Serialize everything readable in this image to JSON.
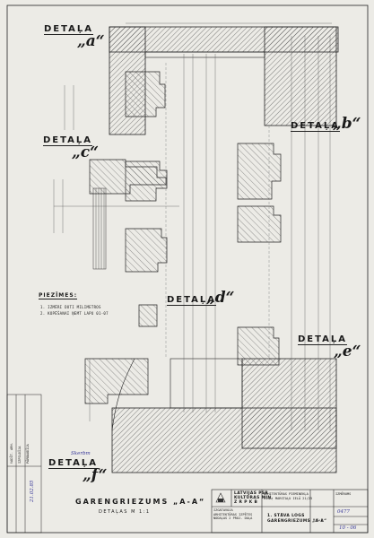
{
  "details": {
    "a": {
      "word": "DETAĻA",
      "letter": "„a“"
    },
    "b": {
      "word": "DETAĻA",
      "letter": "„b“"
    },
    "c": {
      "word": "DETAĻA",
      "letter": "„c“"
    },
    "d": {
      "word": "DETAĻA",
      "letter": "„d“"
    },
    "e": {
      "word": "DETAĻA",
      "letter": "„e“"
    },
    "f": {
      "word": "DETAĻA",
      "letter": "„f“"
    }
  },
  "notes": {
    "heading": "PIEZĪMES:",
    "items": [
      "1. IZMĒRI  DOTI  MILIMETROS",
      "2. KOPĒŠANAI  ŅEMT  LAPU  01-07"
    ]
  },
  "caption": {
    "title": "GARENGRIEZUMS „A-A“",
    "subtitle": "DETAĻAS  M 1:1"
  },
  "title_block": {
    "org_lines": [
      "LATVIJAS PSR",
      "KULTŪRAS MIN.",
      "Z R P K B"
    ],
    "project_lines": [
      "ARHITEKTŪRAS PIEMINEKĻA",
      "RĪGĀ, MARSTAĻU IELĀ 21/23"
    ],
    "made_by_lines": [
      "IZGATAVOJA",
      "ARHITEKTŪRAS IZPĒTES",
      "NODAĻAS 2 PROJ. DAĻA"
    ],
    "sheet_lines": [
      "1. STĀVA  LOGS",
      "GARENGRIEZUMS „A-A“"
    ],
    "stage": "IZMĒRUMS",
    "scale": "M 1:1",
    "code": "0477",
    "sheet_no": "10 - 06"
  },
  "handwritten": {
    "signature": "Skerbm",
    "date": "21.02.85"
  },
  "left_strip_lines": [
    "VADĪT. ARH.",
    "IZPILDĪJA",
    "PĀRBAUDĪJA"
  ],
  "colors": {
    "paper": "#ecebe6",
    "ink": "#1a1a1a",
    "hatch": "#444444",
    "dim": "#555555"
  }
}
